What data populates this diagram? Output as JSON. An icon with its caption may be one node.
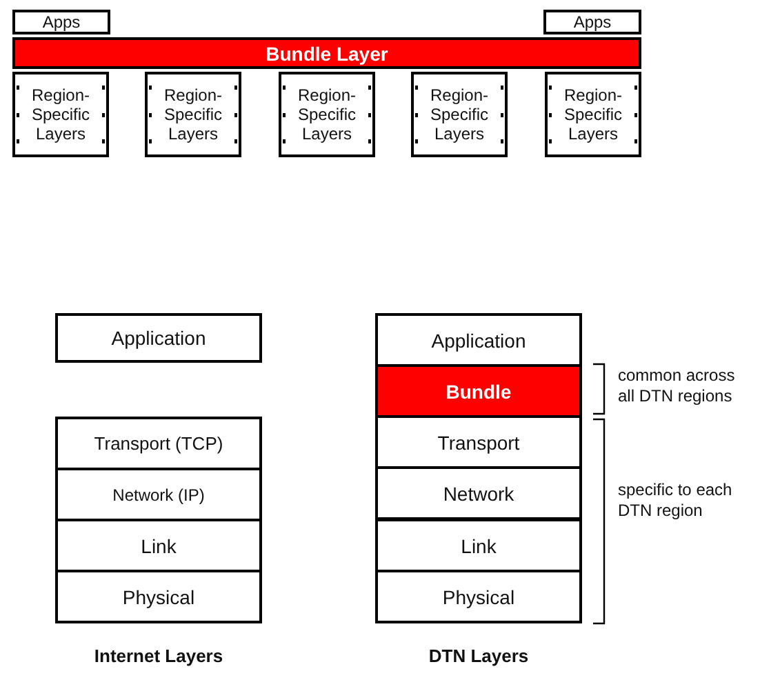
{
  "diagram": {
    "nodes": [
      {
        "text": [
          "Apps"
        ]
      },
      {
        "text": [
          "Apps"
        ]
      },
      {
        "text": [
          "Bundle Layer"
        ]
      },
      {
        "text": [
          "Region-Specific Layers"
        ]
      },
      {
        "text": [
          "Region-Specific Layers"
        ]
      },
      {
        "text": [
          "Region-Specific Layers"
        ]
      },
      {
        "text": [
          "Region-Specific Layers"
        ]
      },
      {
        "text": [
          "Region-Specific Layers"
        ]
      },
      {
        "text": [
          "Application"
        ]
      },
      {
        "text": [
          "Transport (TCP)"
        ]
      },
      {
        "text": [
          "Network (IP)"
        ]
      },
      {
        "text": [
          "Link"
        ]
      },
      {
        "text": [
          "Physical"
        ]
      },
      {
        "text": [
          "Application"
        ]
      },
      {
        "text": [
          "Bundle"
        ]
      },
      {
        "text": [
          "Transport"
        ]
      },
      {
        "text": [
          "Network"
        ]
      },
      {
        "text": [
          "Link"
        ]
      },
      {
        "text": [
          "Physical"
        ]
      }
    ],
    "edges": [],
    "labels": [
      "common across all DTN regions",
      "specific to each DTN region",
      "Internet Layers",
      "DTN Layers"
    ]
  }
}
